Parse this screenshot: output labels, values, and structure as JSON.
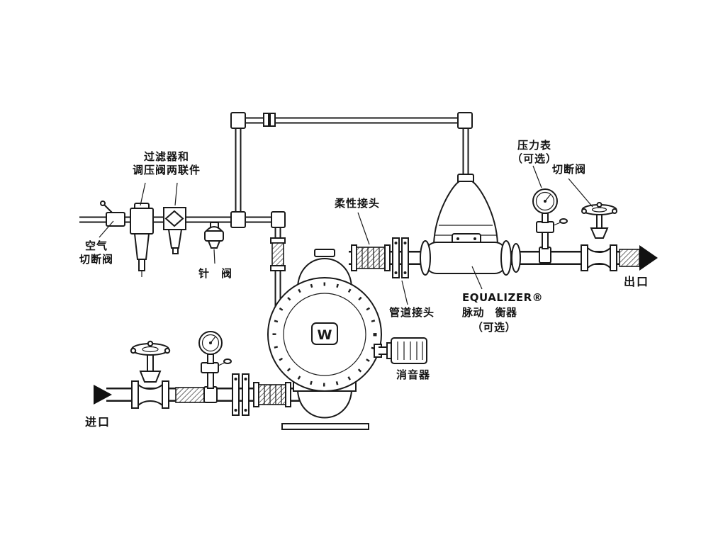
{
  "labels": {
    "filter_regulator": {
      "line1": "过滤器和",
      "line2": "调压阀两联件"
    },
    "air_shutoff_valve": {
      "line1": "空气",
      "line2": "切断阀"
    },
    "needle_valve": "针　阀",
    "flexible_joint": "柔性接头",
    "pressure_gauge": {
      "line1": "压力表",
      "line2": "（可选）"
    },
    "shutoff_valve": "切断阀",
    "outlet": "出口",
    "equalizer": {
      "line1": "EQUALIZER®",
      "line2": "脉动　衡器",
      "line3": "（可选）"
    },
    "pipe_joint": "管道接头",
    "muffler": "消音器",
    "inlet": "进口",
    "pump_logo": "W"
  },
  "colors": {
    "line": "#1a1a1a",
    "background": "#ffffff",
    "arrow": "#111111"
  }
}
